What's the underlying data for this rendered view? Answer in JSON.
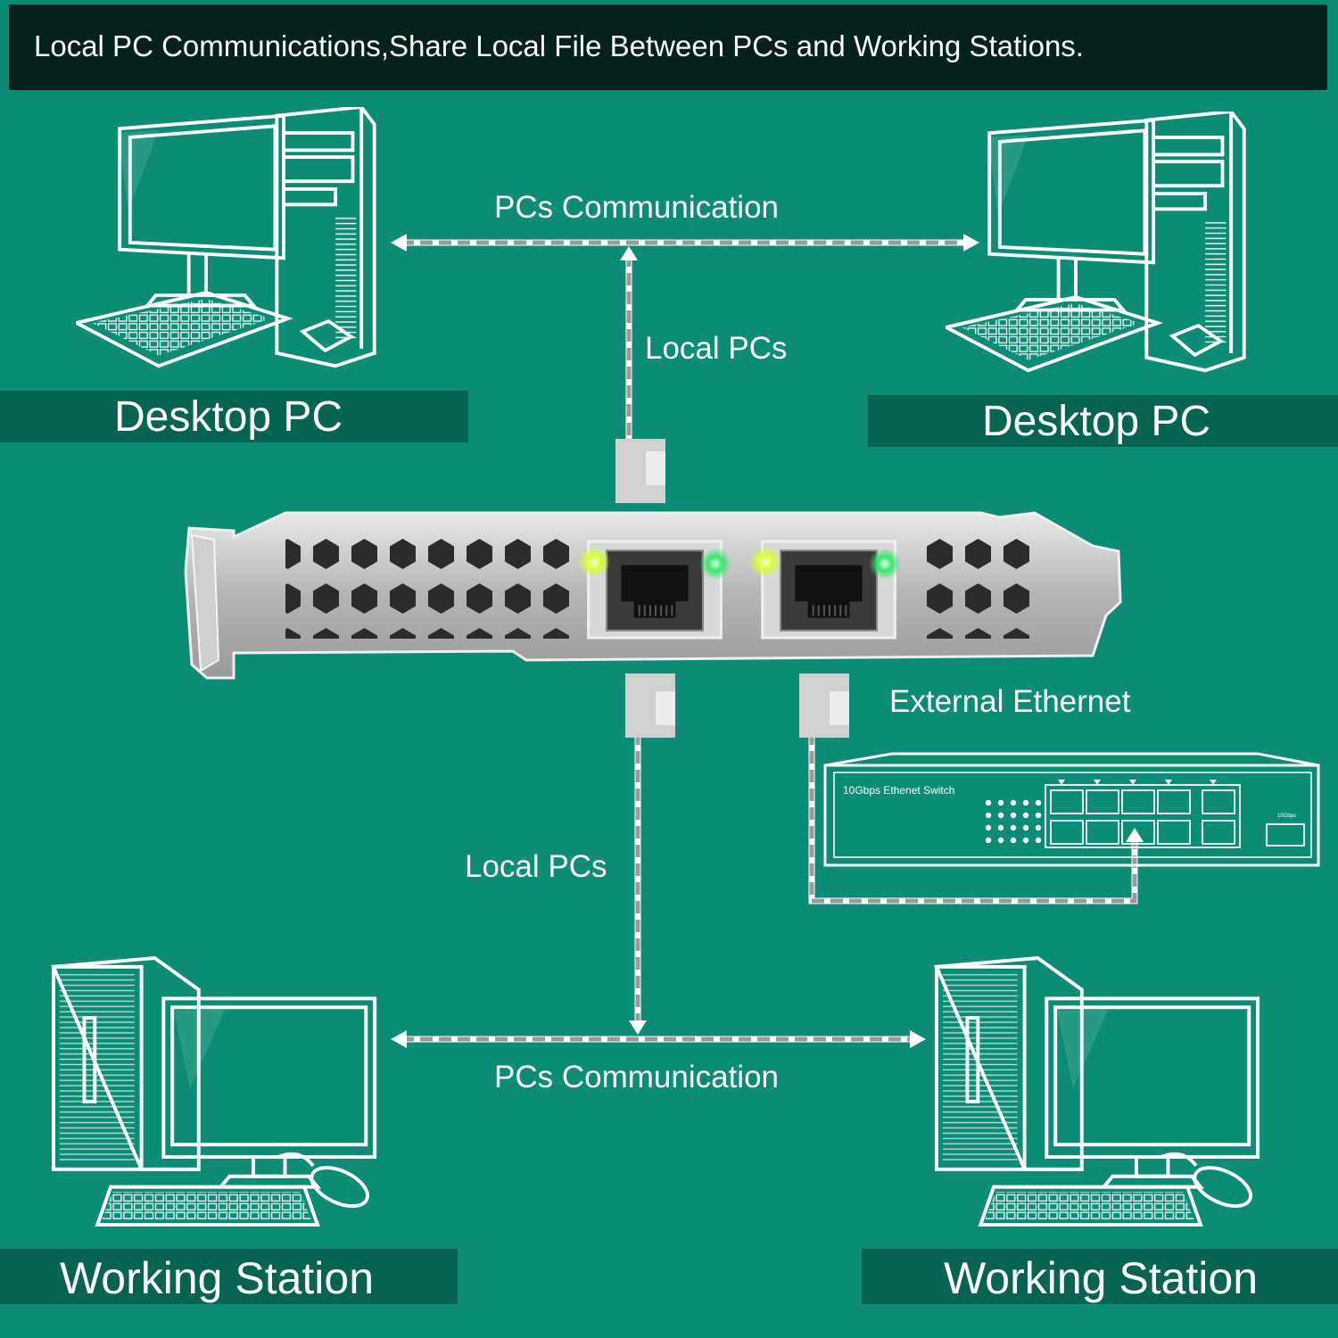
{
  "header": {
    "text": "Local PC Communications,Share Local File Between PCs and Working Stations."
  },
  "labels": {
    "pcs_comm_top": "PCs Communication",
    "local_pcs_top": "Local PCs",
    "desktop_left": "Desktop PC",
    "desktop_right": "Desktop PC",
    "external_ethernet": "External Ethernet",
    "local_pcs_bottom": "Local PCs",
    "pcs_comm_bottom": "PCs Communication",
    "station_left": "Working Station",
    "station_right": "Working Station"
  },
  "switch": {
    "label": "10Gbps Ethenet Switch",
    "sfp_label": "10Gbps"
  },
  "colors": {
    "background": "#0c8c74",
    "banner": "#04221b",
    "label_bar": "#066350",
    "line_art": "#ffffff",
    "led_yellow": "#d4ff3a",
    "led_green": "#35e86b"
  },
  "icons": [
    "desktop-pc-icon",
    "workstation-icon",
    "network-card-icon",
    "ethernet-switch-icon",
    "rj45-connector-icon"
  ]
}
